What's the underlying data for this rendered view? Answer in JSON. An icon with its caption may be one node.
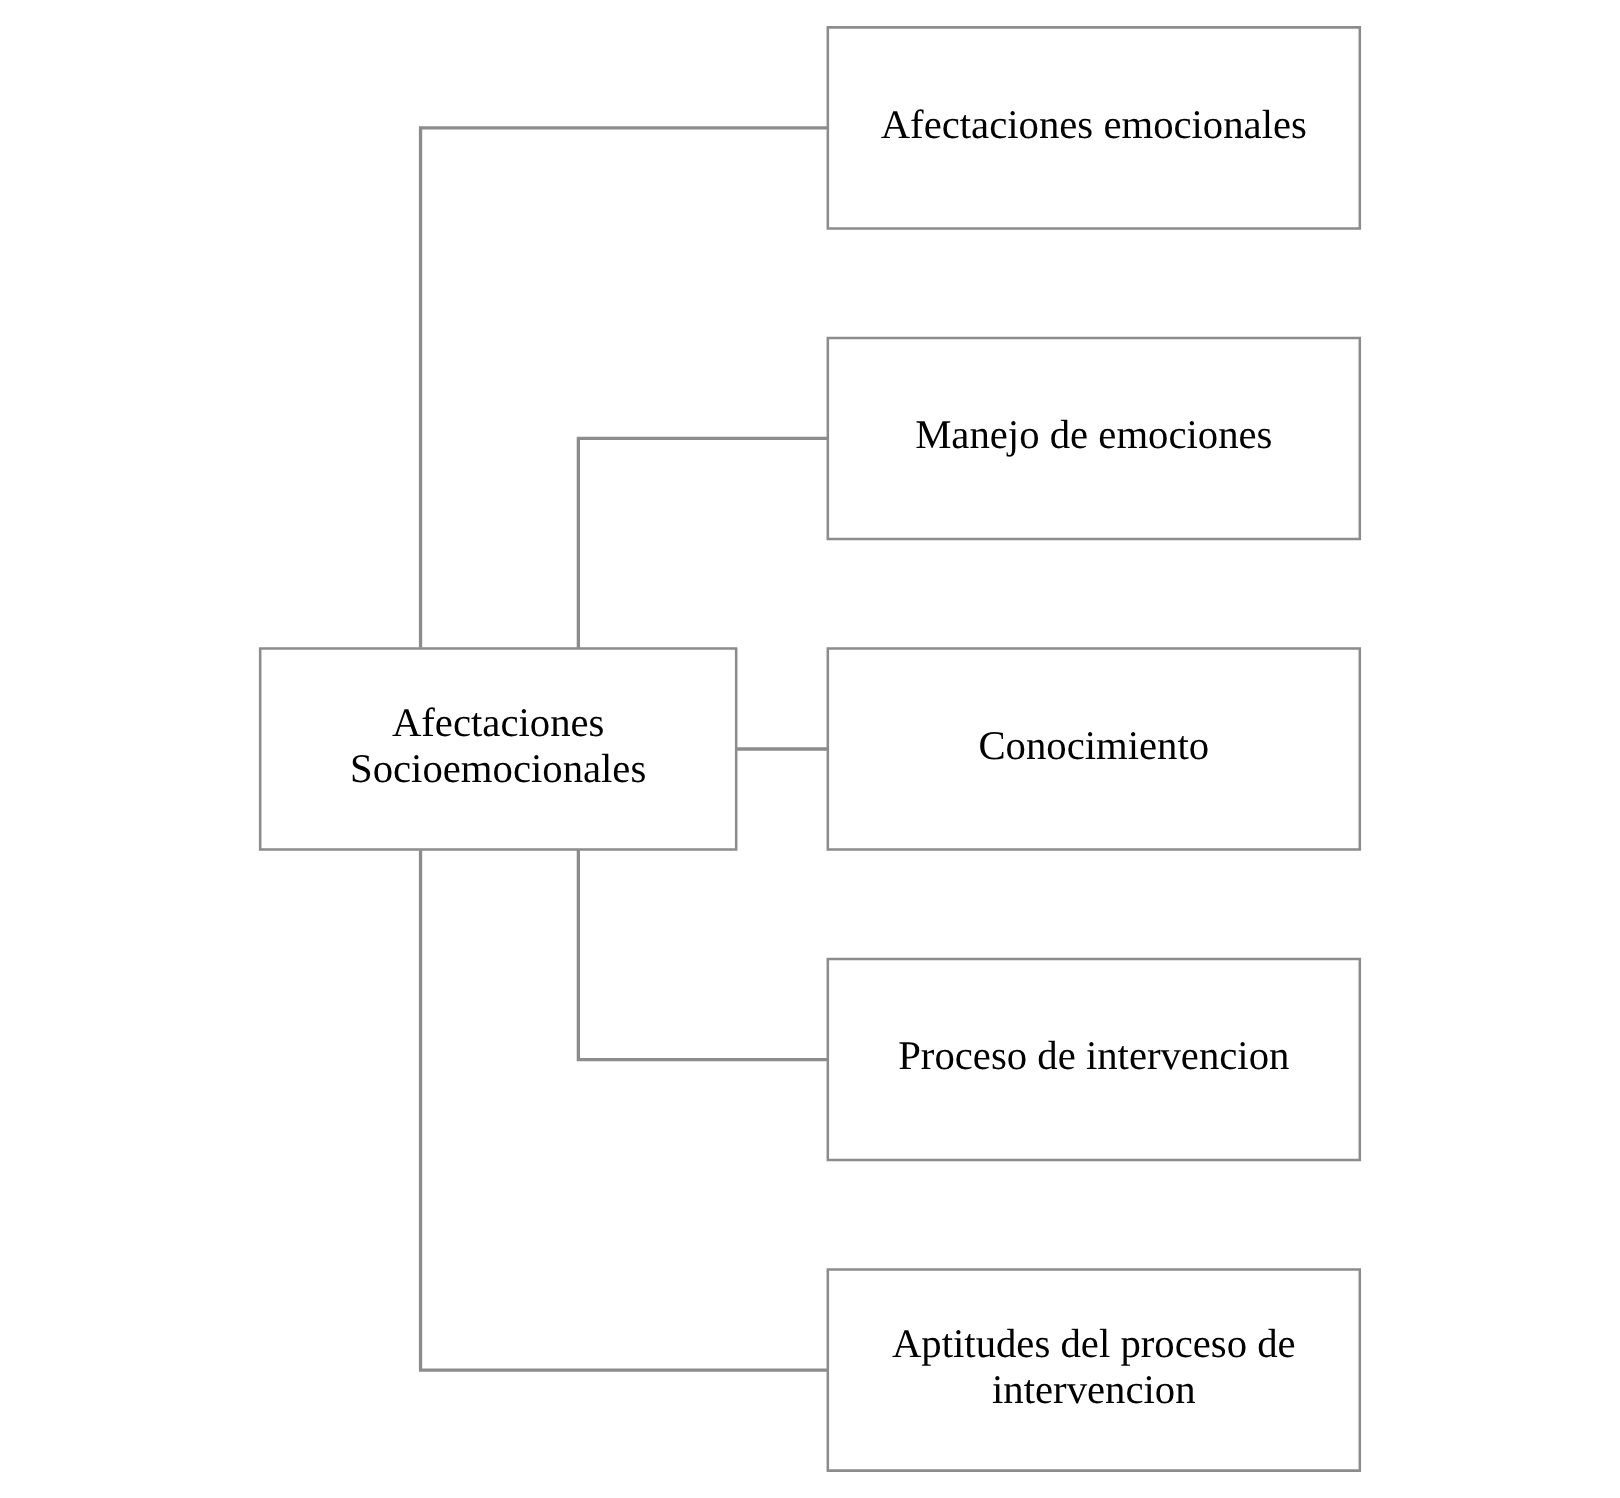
{
  "diagram": {
    "nodes": [
      {
        "text": [
          "Afectaciones Socioemocionales"
        ]
      },
      {
        "text": [
          "Afectaciones emocionales"
        ]
      },
      {
        "text": [
          "Manejo de emociones"
        ]
      },
      {
        "text": [
          "Conocimiento"
        ]
      },
      {
        "text": [
          "Proceso de intervencion"
        ]
      },
      {
        "text": [
          "Aptitudes del proceso de intervencion"
        ]
      }
    ],
    "edges": [
      {
        "from": 0,
        "to": 1,
        "arrow": "none"
      },
      {
        "from": 0,
        "to": 2,
        "arrow": "none"
      },
      {
        "from": 0,
        "to": 3,
        "arrow": "none"
      },
      {
        "from": 0,
        "to": 4,
        "arrow": "none"
      },
      {
        "from": 0,
        "to": 5,
        "arrow": "none"
      }
    ]
  }
}
